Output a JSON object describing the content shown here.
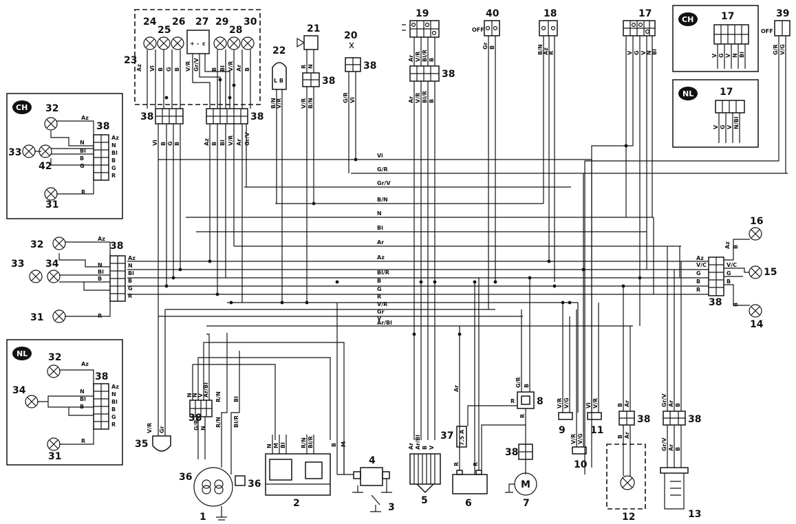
{
  "region_badges": {
    "ch": "CH",
    "nl": "NL"
  },
  "numbers": {
    "n1": "1",
    "n2": "2",
    "n3": "3",
    "n4": "4",
    "n5": "5",
    "n6": "6",
    "n7": "7",
    "n8": "8",
    "n9": "9",
    "n10": "10",
    "n11": "11",
    "n12": "12",
    "n13": "13",
    "n14": "14",
    "n15": "15",
    "n16": "16",
    "n17": "17",
    "n18": "18",
    "n19": "19",
    "n20": "20",
    "n21": "21",
    "n22": "22",
    "n23": "23",
    "n24": "24",
    "n25": "25",
    "n26": "26",
    "n27": "27",
    "n28": "28",
    "n29": "29",
    "n30": "30",
    "n31": "31",
    "n32": "32",
    "n33": "33",
    "n34": "34",
    "n35": "35",
    "n36": "36",
    "n37": "37",
    "n38": "38",
    "n39": "39",
    "n40": "40",
    "n42": "42"
  },
  "bus_labels": [
    "Vi",
    "G/R",
    "Gr/V",
    "B/N",
    "N",
    "Bl",
    "Ar",
    "Az",
    "Bl/R",
    "B",
    "G",
    "R",
    "V/R",
    "Gr",
    "V",
    "Ar/Bl"
  ],
  "colors": {
    "Az": "Az",
    "N": "N",
    "Bl": "Bl",
    "B": "B",
    "G": "G",
    "R": "R",
    "V": "V",
    "Vi": "Vi",
    "Ar": "Ar",
    "Gr": "Gr",
    "M": "M",
    "VR": "V/R",
    "GrV": "Gr/V",
    "BN": "B/N",
    "GR": "G/R",
    "BlR": "Bl/R",
    "ArBl": "Ar/Bl",
    "RN": "R/N",
    "VG": "V/G",
    "VC": "V/C",
    "NBl": "N/Bl"
  },
  "switch_marks": {
    "off": "OFF",
    "M": "M",
    "fuse": "7.5 A",
    "LB": "L B",
    "plus": "+",
    "minus": "-",
    "c": "c"
  }
}
